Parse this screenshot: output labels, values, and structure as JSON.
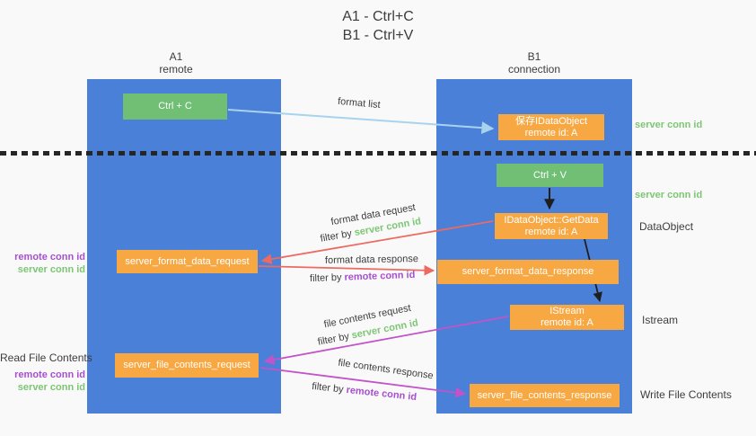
{
  "title": {
    "line1": "A1 - Ctrl+C",
    "line2": "B1 - Ctrl+V"
  },
  "columns": {
    "a1": {
      "name": "A1",
      "role": "remote"
    },
    "b1": {
      "name": "B1",
      "role": "connection"
    }
  },
  "nodes": {
    "ctrl_c": {
      "label": "Ctrl + C"
    },
    "save_dataobject": {
      "line1": "保存IDataObject",
      "line2": "remote id: A"
    },
    "ctrl_v": {
      "label": "Ctrl + V"
    },
    "getdata": {
      "line1": "IDataObject::GetData",
      "line2": "remote id: A"
    },
    "format_request": {
      "label": "server_format_data_request"
    },
    "format_response": {
      "label": "server_format_data_response"
    },
    "istream": {
      "line1": "IStream",
      "line2": "remote id: A"
    },
    "file_request": {
      "label": "server_file_contents_request"
    },
    "file_response": {
      "label": "server_file_contents_response"
    }
  },
  "arrow_labels": {
    "format_list": {
      "text": "format list"
    },
    "format_data_request": {
      "text": "format data request",
      "filter_prefix": "filter by",
      "filter_value": "server conn id"
    },
    "format_data_response": {
      "text": "format data response",
      "filter_prefix": "filter by",
      "filter_value": "remote conn id"
    },
    "file_contents_request": {
      "text": "file contents request",
      "filter_prefix": "filter by",
      "filter_value": "server conn id"
    },
    "file_contents_response": {
      "text": "file contents response",
      "filter_prefix": "filter by",
      "filter_value": "remote conn id"
    }
  },
  "left_annotations": {
    "format_request_remote": "remote conn id",
    "format_request_server": "server conn id",
    "read_file_contents": "Read File Contents",
    "file_request_remote": "remote conn id",
    "file_request_server": "server conn id"
  },
  "right_annotations": {
    "save_server_conn": "server conn id",
    "paste_server_conn": "server conn id",
    "dataobject": "DataObject",
    "istream": "Istream",
    "write_file_contents": "Write File Contents"
  },
  "colors": {
    "column_blue": "#4a80d8",
    "box_green": "#70bf74",
    "box_orange": "#f8a843",
    "arrow_light_blue": "#a8d3ef",
    "arrow_red": "#ed6a62",
    "arrow_purple": "#c253c8",
    "arrow_black": "#1f1f1f",
    "label_green": "#7cc674",
    "label_purple": "#a74fd0",
    "text_dark": "#3d3d3d",
    "background": "#f9f9f9"
  }
}
